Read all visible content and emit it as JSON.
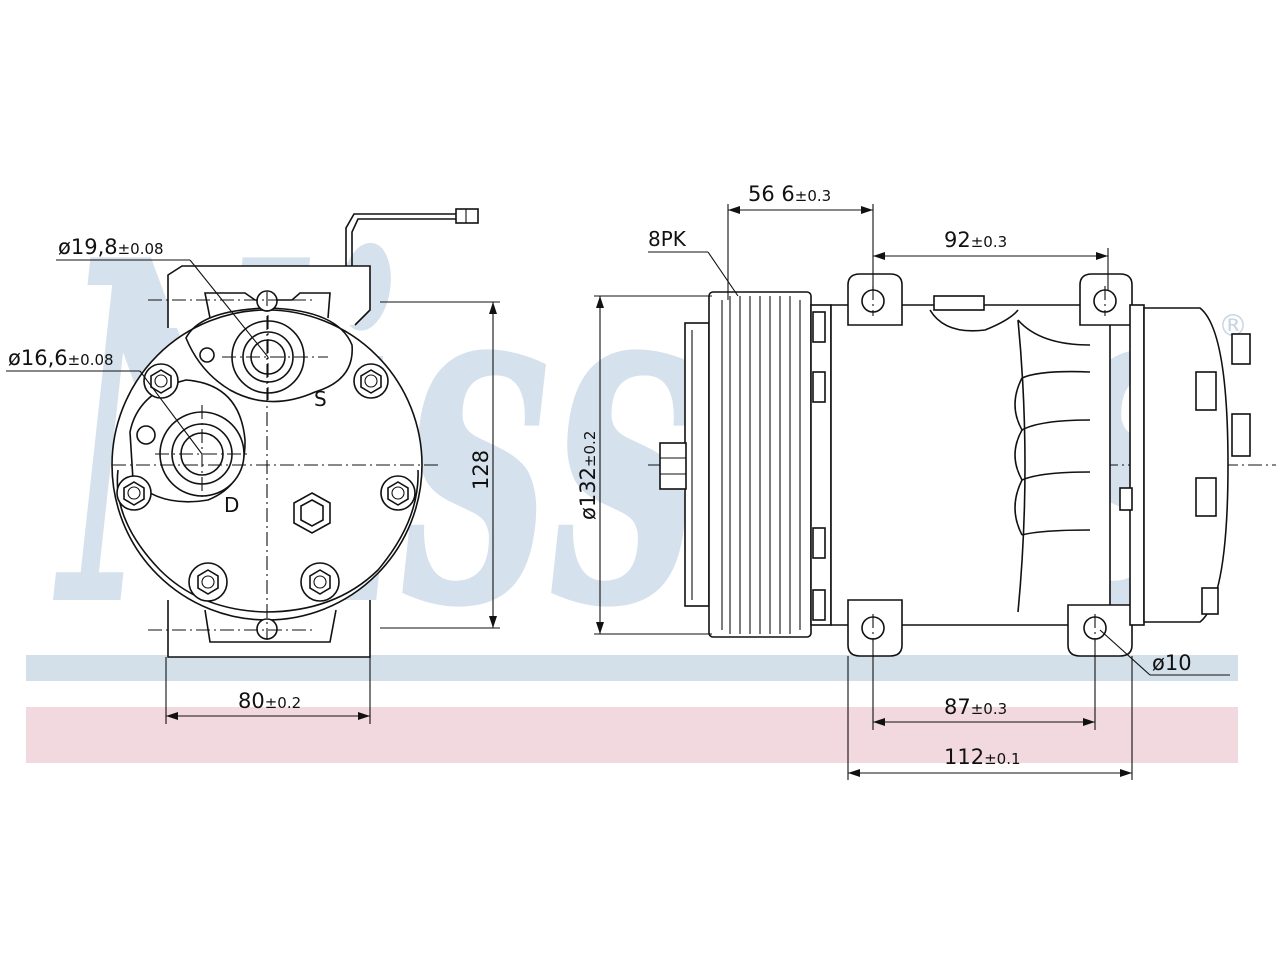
{
  "watermark": {
    "brand": "Nissens",
    "registered_mark": "®"
  },
  "colors": {
    "watermark_blue": "#d5e1ec",
    "band_blue": "#d3e0ea",
    "band_pink": "#f1d9df",
    "ink": "#111111"
  },
  "front_view": {
    "dia_suction": {
      "value": "ø19,8",
      "tol": "±0.08"
    },
    "dia_discharge": {
      "value": "ø16,6",
      "tol": "±0.08"
    },
    "port_s": "S",
    "port_d": "D",
    "height": {
      "value": "128",
      "tol": ""
    },
    "width": {
      "value": "80",
      "tol": "±0.2"
    }
  },
  "side_view": {
    "belt": "8PK",
    "pulley_offset": {
      "value": "56 6",
      "tol": "±0.3"
    },
    "ear_spacing_top": {
      "value": "92",
      "tol": "±0.3"
    },
    "pulley_dia": {
      "value": "ø132",
      "tol": "±0.2"
    },
    "mount_hole": "ø10",
    "ear_spacing_bottom": {
      "value": "87",
      "tol": "±0.3"
    },
    "overall_length": {
      "value": "112",
      "tol": "±0.1"
    }
  }
}
